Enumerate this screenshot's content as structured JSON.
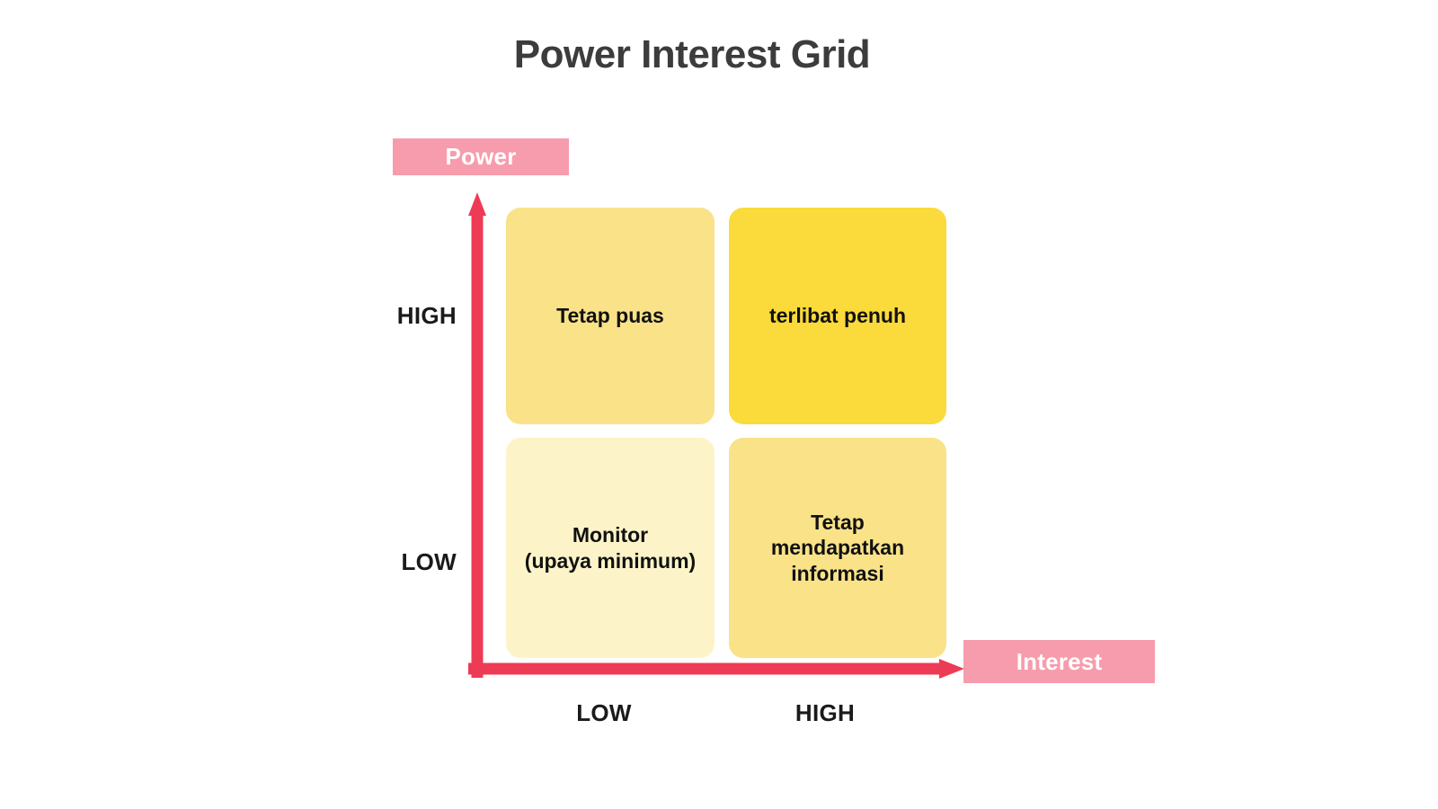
{
  "title": "Power Interest Grid",
  "axes": {
    "y": {
      "chip_label": "Power",
      "chip_color": "#F79CAC",
      "chip_text_color": "#FFFFFF",
      "arrow_color": "#EE3B55",
      "ticks": [
        "HIGH",
        "LOW"
      ]
    },
    "x": {
      "chip_label": "Interest",
      "chip_color": "#F79CAC",
      "chip_text_color": "#FFFFFF",
      "arrow_color": "#EE3B55",
      "ticks": [
        "LOW",
        "HIGH"
      ]
    }
  },
  "quadrants": {
    "top_left": {
      "label": "Tetap puas",
      "power": "HIGH",
      "interest": "LOW",
      "color": "#F9E288"
    },
    "top_right": {
      "label": "terlibat penuh",
      "power": "HIGH",
      "interest": "HIGH",
      "color": "#FBDA3C"
    },
    "bottom_left": {
      "label": "Monitor\n(upaya minimum)",
      "power": "LOW",
      "interest": "LOW",
      "color": "#FCF4C8"
    },
    "bottom_right": {
      "label": "Tetap\nmendapatkan\ninformasi",
      "power": "LOW",
      "interest": "HIGH",
      "color": "#F9E288"
    }
  },
  "chart_data": {
    "type": "table",
    "title": "Power Interest Grid",
    "xlabel": "Interest",
    "ylabel": "Power",
    "x_ticks": [
      "LOW",
      "HIGH"
    ],
    "y_ticks": [
      "LOW",
      "HIGH"
    ],
    "cells": [
      {
        "power": "HIGH",
        "interest": "LOW",
        "label": "Tetap puas",
        "color": "#F9E288"
      },
      {
        "power": "HIGH",
        "interest": "HIGH",
        "label": "terlibat penuh",
        "color": "#FBDA3C"
      },
      {
        "power": "LOW",
        "interest": "LOW",
        "label": "Monitor (upaya minimum)",
        "color": "#FCF4C8"
      },
      {
        "power": "LOW",
        "interest": "HIGH",
        "label": "Tetap mendapatkan informasi",
        "color": "#F9E288"
      }
    ],
    "legend": "",
    "grid": false
  }
}
